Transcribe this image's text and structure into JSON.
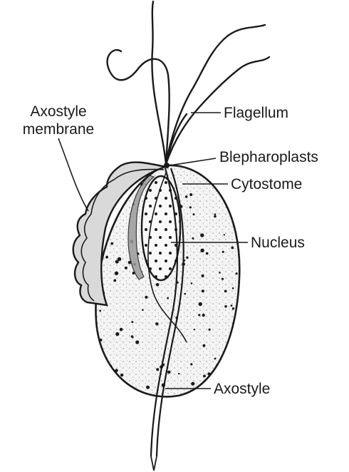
{
  "labels": {
    "axostyle_membrane_line1": "Axostyle",
    "axostyle_membrane_line2": "membrane",
    "flagellum": "Flagellum",
    "blepharoplasts": "Blepharoplasts",
    "cytostome": "Cytostome",
    "nucleus": "Nucleus",
    "axostyle": "Axostyle"
  },
  "colors": {
    "ink": "#1a1a1a",
    "cell_fill": "#f4f4f4",
    "membrane_fill": "#d9d9d9",
    "background": "#ffffff"
  }
}
